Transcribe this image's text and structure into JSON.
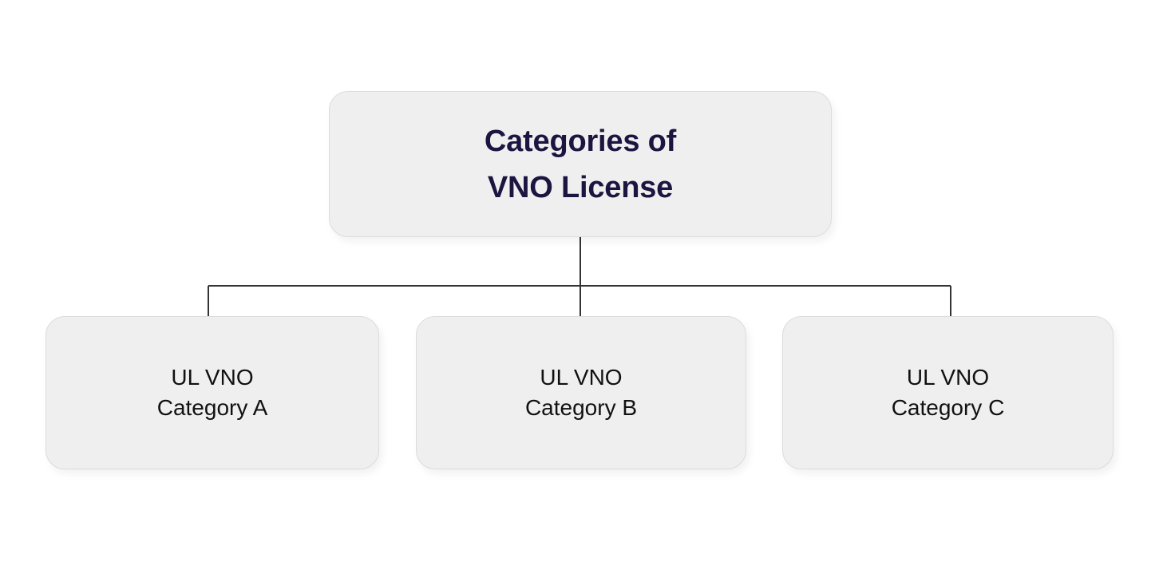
{
  "diagram": {
    "type": "organizational-tree",
    "orientation": "top-down",
    "background_color": "#ffffff",
    "node_fill_color": "#efefef",
    "node_border_color": "#dcdcdc",
    "connector_color": "#333333",
    "root": {
      "id": "root",
      "label": "Categories of\nVNO License",
      "line1": "Categories of",
      "line2": "VNO License",
      "text_color": "#1b1540",
      "font_weight": "bold"
    },
    "children": [
      {
        "id": "child-a",
        "label": "UL VNO\nCategory A",
        "line1": "UL VNO",
        "line2": "Category A",
        "text_color": "#111111",
        "font_weight": "normal"
      },
      {
        "id": "child-b",
        "label": "UL VNO\nCategory B",
        "line1": "UL VNO",
        "line2": "Category B",
        "text_color": "#111111",
        "font_weight": "normal"
      },
      {
        "id": "child-c",
        "label": "UL VNO\nCategory C",
        "line1": "UL VNO",
        "line2": "Category C",
        "text_color": "#111111",
        "font_weight": "normal"
      }
    ]
  }
}
